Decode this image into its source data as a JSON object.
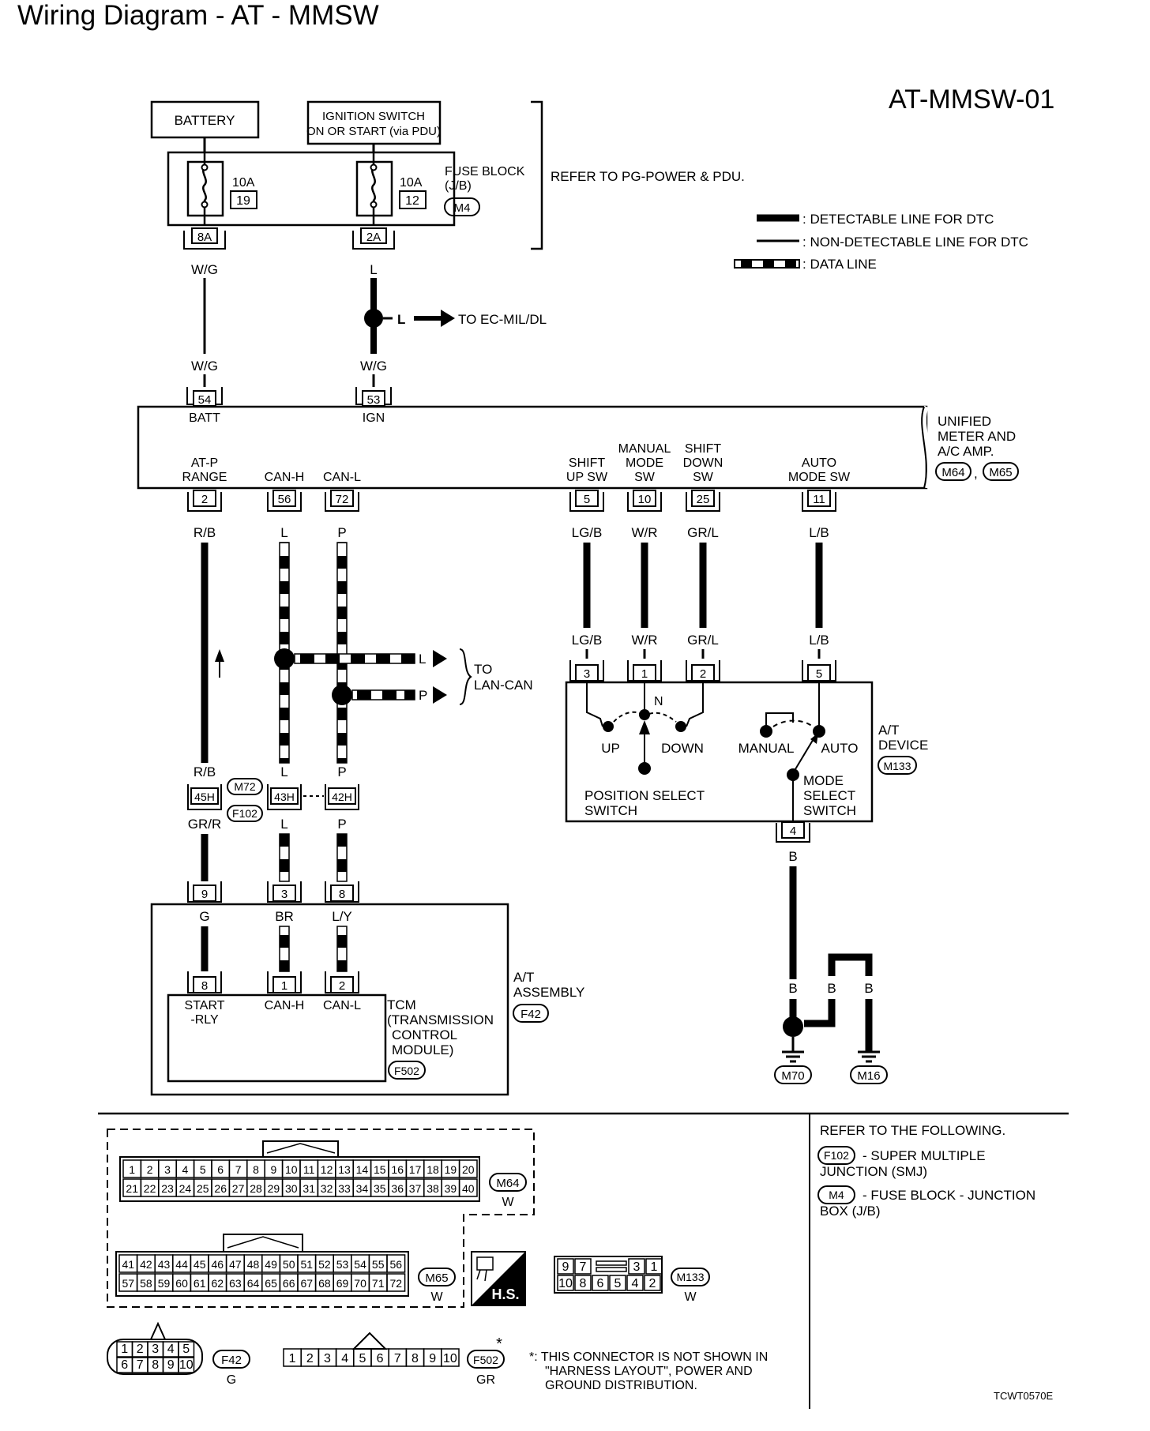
{
  "page_title": "Wiring Diagram - AT - MMSW",
  "diagram_code": "AT-MMSW-01",
  "image_code": "TCWT0570E",
  "power": {
    "battery": "BATTERY",
    "ignition_line1": "IGNITION SWITCH",
    "ignition_line2": "ON OR START (via PDU)",
    "fuse_block_line1": "FUSE BLOCK",
    "fuse_block_line2": "(J/B)",
    "fuse_block_conn": "M4",
    "fuse1_amp": "10A",
    "fuse1_num": "19",
    "fuse2_amp": "10A",
    "fuse2_num": "12",
    "term_8a": "8A",
    "term_2a": "2A",
    "refer": "REFER TO PG-POWER & PDU."
  },
  "legend": {
    "detectable": ": DETECTABLE LINE FOR DTC",
    "non_detectable": ": NON-DETECTABLE LINE FOR DTC",
    "data_line": ": DATA LINE"
  },
  "wires": {
    "wg1": "W/G",
    "l1": "L",
    "l_branch": "L",
    "to_ec": "TO EC-MIL/DL",
    "wg2": "W/G",
    "wg3": "W/G",
    "rb1": "R/B",
    "l2": "L",
    "p2": "P",
    "lgb1": "LG/B",
    "wr1": "W/R",
    "grl1": "GR/L",
    "lb1": "L/B",
    "lgb2": "LG/B",
    "wr2": "W/R",
    "grl2": "GR/L",
    "lb2": "L/B",
    "l_can": "L",
    "p_can": "P",
    "to_lan1": "TO",
    "to_lan2": "LAN-CAN",
    "rb2": "R/B",
    "l3": "L",
    "p3": "P",
    "grr": "GR/R",
    "l4": "L",
    "p4": "P",
    "g": "G",
    "br": "BR",
    "ly": "L/Y",
    "b1": "B",
    "b2": "B",
    "b3": "B",
    "b4": "B"
  },
  "meter": {
    "pin54": "54",
    "pin53": "53",
    "batt": "BATT",
    "ign": "IGN",
    "name1": "UNIFIED",
    "name2": "METER AND",
    "name3": "A/C AMP.",
    "conn1": "M64",
    "conn2": "M65",
    "comma": ",",
    "atp1": "AT-P",
    "atp2": "RANGE",
    "canh": "CAN-H",
    "canl": "CAN-L",
    "shup1": "SHIFT",
    "shup2": "UP SW",
    "man1": "MANUAL",
    "man2": "MODE",
    "man3": "SW",
    "shdn1": "SHIFT",
    "shdn2": "DOWN",
    "shdn3": "SW",
    "auto1": "AUTO",
    "auto2": "MODE SW",
    "pin2": "2",
    "pin56": "56",
    "pin72": "72",
    "pin5": "5",
    "pin10": "10",
    "pin25": "25",
    "pin11": "11"
  },
  "at_device": {
    "pin3": "3",
    "pin1": "1",
    "pin2": "2",
    "pin5": "5",
    "pin4": "4",
    "n": "N",
    "up": "UP",
    "down": "DOWN",
    "manual": "MANUAL",
    "auto": "AUTO",
    "pss1": "POSITION SELECT",
    "pss2": "SWITCH",
    "mss1": "MODE",
    "mss2": "SELECT",
    "mss3": "SWITCH",
    "name1": "A/T",
    "name2": "DEVICE",
    "conn": "M133"
  },
  "joint": {
    "pin45h": "45H",
    "pin43h": "43H",
    "pin42h": "42H",
    "conn1": "M72",
    "conn2": "F102"
  },
  "at_assembly": {
    "pin9": "9",
    "pin3": "3",
    "pin8": "8",
    "tpin8": "8",
    "tpin1": "1",
    "tpin2": "2",
    "start1": "START",
    "start2": "-RLY",
    "canh": "CAN-H",
    "canl": "CAN-L",
    "tcm1": "TCM",
    "tcm2": "(TRANSMISSION",
    "tcm3": "CONTROL",
    "tcm4": "MODULE)",
    "tcm_conn": "F502",
    "name1": "A/T",
    "name2": "ASSEMBLY",
    "conn": "F42"
  },
  "grounds": {
    "g1": "M70",
    "g2": "M16"
  },
  "connectors": {
    "m64": {
      "label": "M64",
      "color": "W",
      "row1": [
        "1",
        "2",
        "3",
        "4",
        "5",
        "6",
        "7",
        "8",
        "9",
        "10",
        "11",
        "12",
        "13",
        "14",
        "15",
        "16",
        "17",
        "18",
        "19",
        "20"
      ],
      "row2": [
        "21",
        "22",
        "23",
        "24",
        "25",
        "26",
        "27",
        "28",
        "29",
        "30",
        "31",
        "32",
        "33",
        "34",
        "35",
        "36",
        "37",
        "38",
        "39",
        "40"
      ]
    },
    "m65": {
      "label": "M65",
      "color": "W",
      "row1": [
        "41",
        "42",
        "43",
        "44",
        "45",
        "46",
        "47",
        "48",
        "49",
        "50",
        "51",
        "52",
        "53",
        "54",
        "55",
        "56"
      ],
      "row2": [
        "57",
        "58",
        "59",
        "60",
        "61",
        "62",
        "63",
        "64",
        "65",
        "66",
        "67",
        "68",
        "69",
        "70",
        "71",
        "72"
      ]
    },
    "hs": "H.S.",
    "m133": {
      "label": "M133",
      "color": "W",
      "row1": [
        "9",
        "7",
        "",
        "3",
        "1"
      ],
      "row2": [
        "10",
        "8",
        "6",
        "5",
        "4",
        "2"
      ]
    },
    "f42": {
      "label": "F42",
      "color": "G",
      "row1": [
        "1",
        "2",
        "3",
        "4",
        "5"
      ],
      "row2": [
        "6",
        "7",
        "8",
        "9",
        "10"
      ]
    },
    "f502": {
      "label": "F502",
      "color": "GR",
      "asterisk": "*",
      "row": [
        "1",
        "2",
        "3",
        "4",
        "5",
        "6",
        "7",
        "8",
        "9",
        "10"
      ]
    }
  },
  "refer": {
    "title": "REFER TO THE FOLLOWING.",
    "f102_conn": "F102",
    "f102_1": "- SUPER MULTIPLE",
    "f102_2": "JUNCTION (SMJ)",
    "m4_conn": "M4",
    "m4_1": "- FUSE BLOCK - JUNCTION",
    "m4_2": "BOX (J/B)"
  },
  "note": {
    "line1": "*: THIS CONNECTOR IS NOT SHOWN IN",
    "line2": "\"HARNESS LAYOUT\", POWER AND",
    "line3": "GROUND DISTRIBUTION."
  }
}
